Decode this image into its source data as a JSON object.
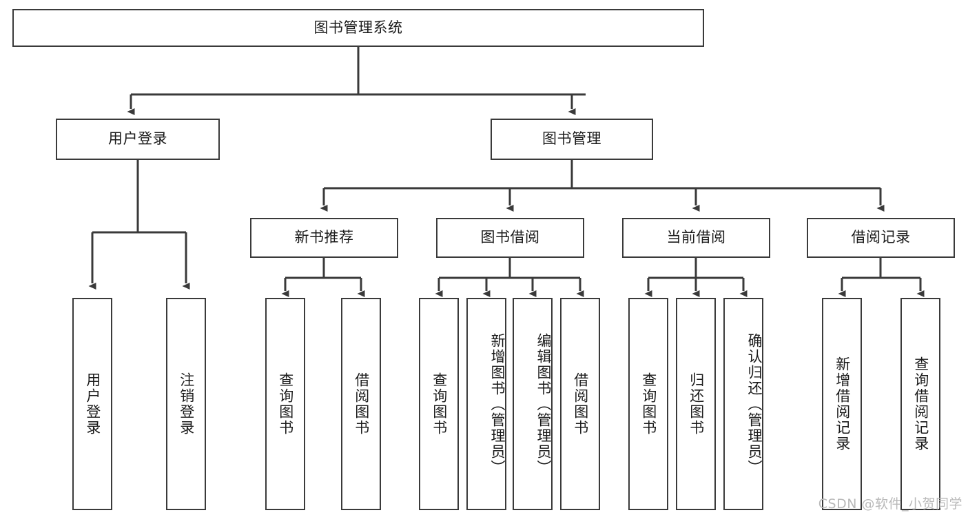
{
  "diagram": {
    "type": "tree-hierarchy",
    "title": "图书管理系统",
    "watermark": "CSDN @软件_小贺同学",
    "colors": {
      "node_border": "#3a3a3a",
      "node_fill": "#ffffff",
      "connector": "#3a3a3a",
      "text": "#1b1b1b",
      "watermark": "#b9b9b9",
      "background": "#ffffff"
    },
    "nodes": {
      "root": {
        "label": "图书管理系统"
      },
      "level1": [
        {
          "id": "user-login",
          "label": "用户登录"
        },
        {
          "id": "book-manage",
          "label": "图书管理"
        }
      ],
      "level2": [
        {
          "id": "new-book-recommend",
          "label": "新书推荐"
        },
        {
          "id": "book-borrow",
          "label": "图书借阅"
        },
        {
          "id": "current-borrow",
          "label": "当前借阅"
        },
        {
          "id": "borrow-record",
          "label": "借阅记录"
        }
      ],
      "leaves": [
        {
          "id": "leaf-user-login",
          "label": "用户登录",
          "parent": "user-login"
        },
        {
          "id": "leaf-user-logout",
          "label": "注销登录",
          "parent": "user-login"
        },
        {
          "id": "leaf-query-book-1",
          "label": "查询图书",
          "parent": "new-book-recommend"
        },
        {
          "id": "leaf-borrow-book-1",
          "label": "借阅图书",
          "parent": "new-book-recommend"
        },
        {
          "id": "leaf-query-book-2",
          "label": "查询图书",
          "parent": "book-borrow"
        },
        {
          "id": "leaf-add-book",
          "label": "新增图书（管理员）",
          "parent": "book-borrow"
        },
        {
          "id": "leaf-edit-book",
          "label": "编辑图书（管理员）",
          "parent": "book-borrow"
        },
        {
          "id": "leaf-borrow-book-2",
          "label": "借阅图书",
          "parent": "book-borrow"
        },
        {
          "id": "leaf-query-book-3",
          "label": "查询图书",
          "parent": "current-borrow"
        },
        {
          "id": "leaf-return-book",
          "label": "归还图书",
          "parent": "current-borrow"
        },
        {
          "id": "leaf-confirm-return",
          "label": "确认归还（管理员）",
          "parent": "current-borrow"
        },
        {
          "id": "leaf-add-record",
          "label": "新增借阅记录",
          "parent": "borrow-record"
        },
        {
          "id": "leaf-query-record",
          "label": "查询借阅记录",
          "parent": "borrow-record"
        }
      ]
    }
  }
}
